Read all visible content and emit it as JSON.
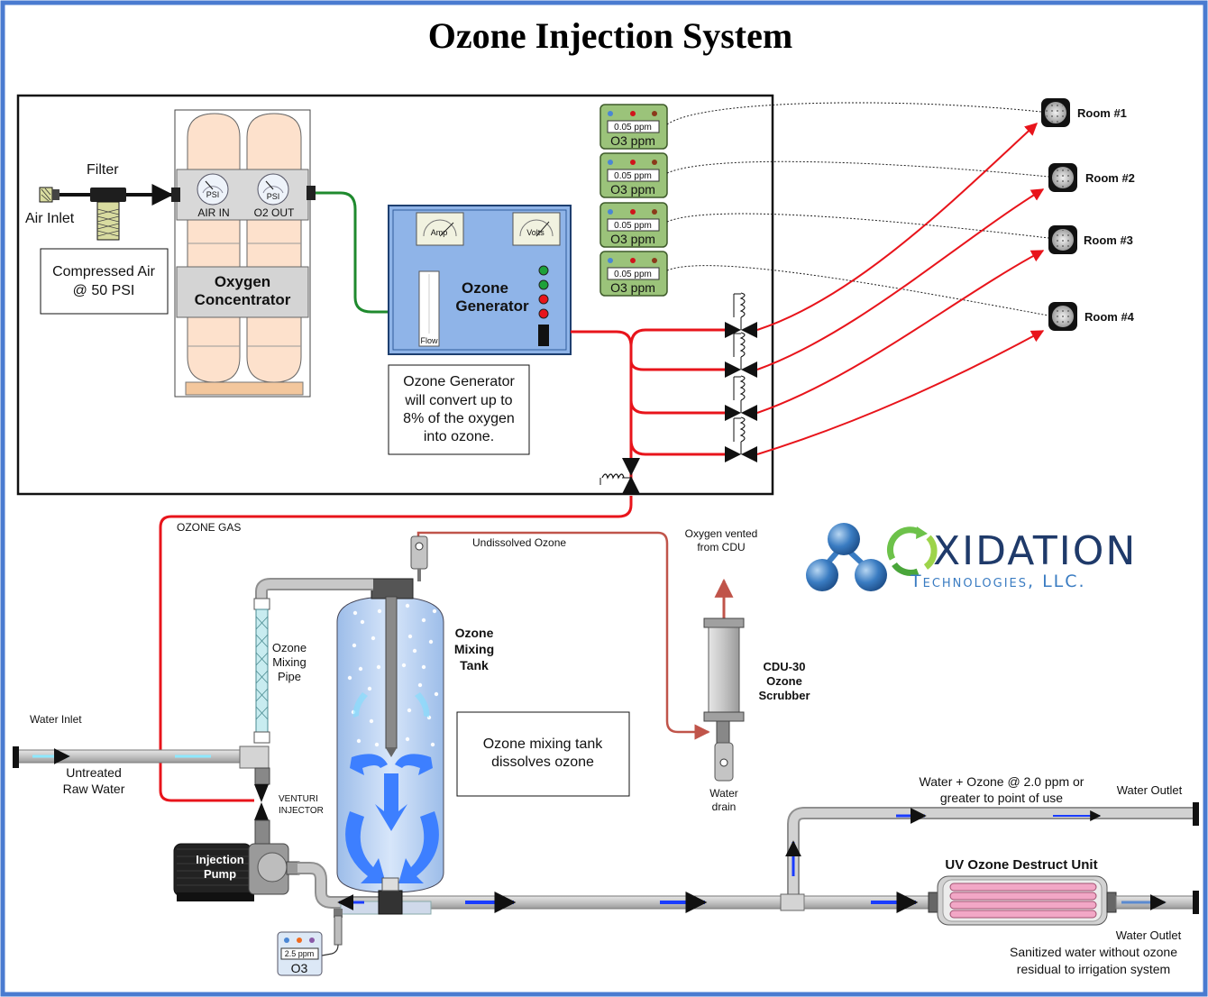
{
  "title": "Ozone Injection System",
  "air_supply": {
    "filter_label": "Filter",
    "air_inlet_label": "Air Inlet",
    "note_line1": "Compressed Air",
    "note_line2": "@ 50 PSI"
  },
  "oxygen_concentrator": {
    "label_line1": "Oxygen",
    "label_line2": "Concentrator",
    "gauge_unit": "PSI",
    "air_in_label": "AIR IN",
    "o2_out_label": "O2 OUT"
  },
  "ozone_generator": {
    "label_line1": "Ozone",
    "label_line2": "Generator",
    "amp_label": "Amp",
    "volts_label": "Volts",
    "flow_label": "Flow",
    "note_lines": [
      "Ozone Generator",
      "will convert up to",
      "8% of the oxygen",
      "into ozone."
    ]
  },
  "monitors": [
    {
      "reading": "0.05 ppm",
      "label": "O3 ppm"
    },
    {
      "reading": "0.05 ppm",
      "label": "O3 ppm"
    },
    {
      "reading": "0.05 ppm",
      "label": "O3 ppm"
    },
    {
      "reading": "0.05 ppm",
      "label": "O3 ppm"
    }
  ],
  "rooms": [
    {
      "label": "Room #1"
    },
    {
      "label": "Room #2"
    },
    {
      "label": "Room #3"
    },
    {
      "label": "Room #4"
    }
  ],
  "ozone_gas_label": "OZONE GAS",
  "undissolved_label": "Undissolved Ozone",
  "oxygen_vented_line1": "Oxygen vented",
  "oxygen_vented_line2": "from CDU",
  "cdu": {
    "line1": "CDU-30",
    "line2": "Ozone",
    "line3": "Scrubber"
  },
  "water_drain_line1": "Water",
  "water_drain_line2": "drain",
  "mixing_pipe": {
    "line1": "Ozone",
    "line2": "Mixing",
    "line3": "Pipe"
  },
  "mixing_tank": {
    "line1": "Ozone",
    "line2": "Mixing",
    "line3": "Tank"
  },
  "mixing_note_line1": "Ozone mixing tank",
  "mixing_note_line2": "dissolves ozone",
  "water_inlet_label": "Water Inlet",
  "raw_water_line1": "Untreated",
  "raw_water_line2": "Raw Water",
  "venturi_line1": "VENTURI",
  "venturi_line2": "INJECTOR",
  "pump_line1": "Injection",
  "pump_line2": "Pump",
  "o3_meter": {
    "reading": "2.5 ppm",
    "label": "O3"
  },
  "water_ozone_line1": "Water + Ozone @ 2.0 ppm or",
  "water_ozone_line2": "greater to point of use",
  "water_outlet_top": "Water Outlet",
  "uv_label": "UV Ozone Destruct Unit",
  "water_outlet_bottom": "Water Outlet",
  "sanitized_line1": "Sanitized water without ozone",
  "sanitized_line2": "residual to irrigation system",
  "logo": {
    "word1": "XIDATION",
    "word2": "Technologies, LLC."
  },
  "colors": {
    "border": "#4a7bd0",
    "ozone_line": "#e8141b",
    "o2_line": "#1f8a2e",
    "pipe": "#c8c8c8",
    "tank": "#b9d2f3",
    "generator": "#8fb4e8",
    "flow_arrow": "#1a3cff",
    "monitor": "#9bc37a",
    "concentrator_cyl": "#fde1cc"
  }
}
